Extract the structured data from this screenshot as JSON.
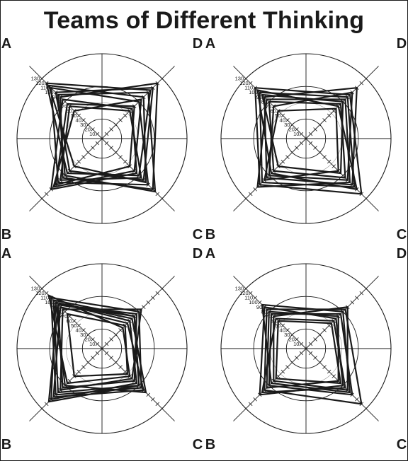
{
  "title": "Teams of Different Thinking",
  "colors": {
    "ink": "#1a1a1a",
    "background": "#ffffff"
  },
  "chart_data": [
    {
      "type": "radar",
      "quadrant_labels": [
        "A",
        "B",
        "C",
        "D"
      ],
      "radial_ticks": [
        10,
        20,
        30,
        40,
        50,
        60,
        70,
        80,
        90,
        100,
        110,
        120,
        130
      ],
      "ring_levels": [
        30,
        80,
        130
      ],
      "rlim": [
        0,
        130
      ],
      "series": [
        {
          "A": 110,
          "B": 95,
          "C": 100,
          "D": 80
        },
        {
          "A": 90,
          "B": 85,
          "C": 110,
          "D": 120
        },
        {
          "A": 75,
          "B": 100,
          "C": 60,
          "D": 70
        },
        {
          "A": 100,
          "B": 70,
          "C": 90,
          "D": 110
        },
        {
          "A": 85,
          "B": 110,
          "C": 75,
          "D": 65
        },
        {
          "A": 115,
          "B": 60,
          "C": 95,
          "D": 90
        },
        {
          "A": 70,
          "B": 90,
          "C": 85,
          "D": 60
        },
        {
          "A": 95,
          "B": 80,
          "C": 115,
          "D": 100
        },
        {
          "A": 60,
          "B": 105,
          "C": 70,
          "D": 85
        },
        {
          "A": 120,
          "B": 75,
          "C": 80,
          "D": 105
        }
      ]
    },
    {
      "type": "radar",
      "quadrant_labels": [
        "A",
        "B",
        "C",
        "D"
      ],
      "radial_ticks": [
        10,
        20,
        30,
        40,
        50,
        60,
        70,
        80,
        90,
        100,
        110,
        120,
        130
      ],
      "ring_levels": [
        30,
        80,
        130
      ],
      "rlim": [
        0,
        130
      ],
      "series": [
        {
          "A": 110,
          "B": 100,
          "C": 120,
          "D": 95
        },
        {
          "A": 90,
          "B": 85,
          "C": 100,
          "D": 110
        },
        {
          "A": 80,
          "B": 70,
          "C": 85,
          "D": 75
        },
        {
          "A": 100,
          "B": 95,
          "C": 105,
          "D": 90
        },
        {
          "A": 70,
          "B": 80,
          "C": 90,
          "D": 100
        },
        {
          "A": 95,
          "B": 60,
          "C": 75,
          "D": 80
        },
        {
          "A": 85,
          "B": 105,
          "C": 95,
          "D": 85
        },
        {
          "A": 60,
          "B": 90,
          "C": 70,
          "D": 65
        },
        {
          "A": 105,
          "B": 75,
          "C": 110,
          "D": 70
        }
      ]
    },
    {
      "type": "radar",
      "quadrant_labels": [
        "A",
        "B",
        "C",
        "D"
      ],
      "radial_ticks": [
        10,
        20,
        30,
        40,
        50,
        60,
        70,
        80,
        90,
        100,
        110,
        120,
        130
      ],
      "ring_levels": [
        30,
        80,
        130
      ],
      "rlim": [
        0,
        130
      ],
      "series": [
        {
          "A": 110,
          "B": 100,
          "C": 85,
          "D": 80
        },
        {
          "A": 105,
          "B": 95,
          "C": 80,
          "D": 70
        },
        {
          "A": 100,
          "B": 110,
          "C": 75,
          "D": 60
        },
        {
          "A": 95,
          "B": 85,
          "C": 70,
          "D": 75
        },
        {
          "A": 90,
          "B": 105,
          "C": 90,
          "D": 55
        },
        {
          "A": 85,
          "B": 90,
          "C": 65,
          "D": 85
        },
        {
          "A": 75,
          "B": 60,
          "C": 55,
          "D": 50
        },
        {
          "A": 100,
          "B": 80,
          "C": 95,
          "D": 65
        },
        {
          "A": 115,
          "B": 75,
          "C": 60,
          "D": 45
        },
        {
          "A": 95,
          "B": 115,
          "C": 80,
          "D": 70
        }
      ]
    },
    {
      "type": "radar",
      "quadrant_labels": [
        "A",
        "B",
        "C",
        "D"
      ],
      "radial_ticks": [
        10,
        20,
        30,
        40,
        50,
        60,
        70,
        80,
        90,
        100,
        110,
        120,
        130
      ],
      "ring_levels": [
        30,
        80,
        130
      ],
      "rlim": [
        0,
        130
      ],
      "series": [
        {
          "A": 85,
          "B": 90,
          "C": 120,
          "D": 85
        },
        {
          "A": 75,
          "B": 80,
          "C": 100,
          "D": 75
        },
        {
          "A": 90,
          "B": 100,
          "C": 80,
          "D": 65
        },
        {
          "A": 70,
          "B": 70,
          "C": 90,
          "D": 90
        },
        {
          "A": 80,
          "B": 85,
          "C": 70,
          "D": 70
        },
        {
          "A": 65,
          "B": 95,
          "C": 85,
          "D": 60
        },
        {
          "A": 95,
          "B": 75,
          "C": 95,
          "D": 80
        },
        {
          "A": 60,
          "B": 65,
          "C": 75,
          "D": 55
        }
      ]
    }
  ]
}
